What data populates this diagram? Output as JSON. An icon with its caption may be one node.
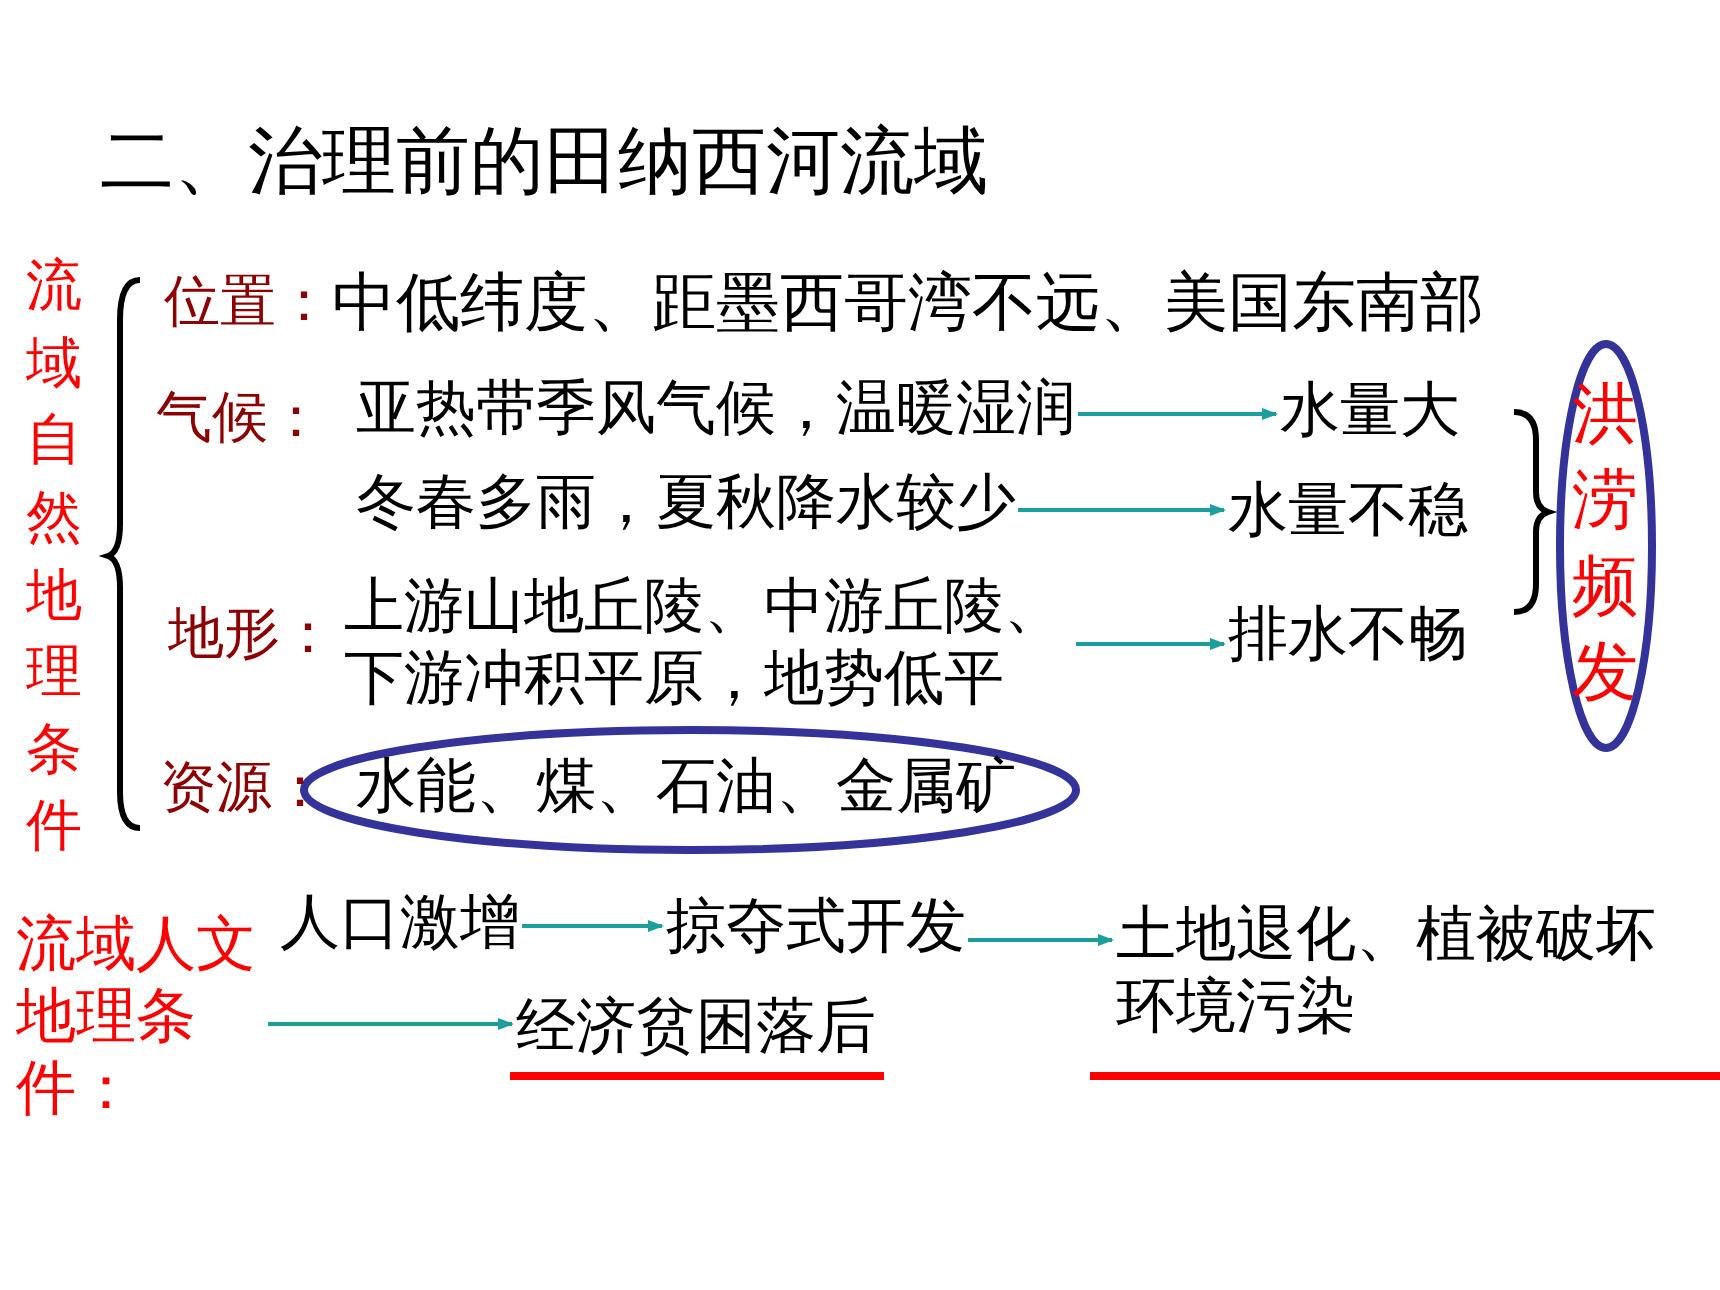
{
  "diagram": {
    "title": "二、治理前的田纳西河流域",
    "nodes": [
      {
        "text": [
          "亚热带季风气候，温暖湿润"
        ]
      },
      {
        "text": [
          "冬春多雨，夏秋降水较少"
        ]
      },
      {
        "text": [
          "上游山地丘陵、中游丘陵、下游冲积平原，地势低平"
        ]
      },
      {
        "text": [
          "水量大"
        ]
      },
      {
        "text": [
          "水量不稳"
        ]
      },
      {
        "text": [
          "排水不畅"
        ]
      },
      {
        "text": [
          "洪涝频发"
        ]
      },
      {
        "text": [
          "水能、煤、石油、金属矿"
        ]
      },
      {
        "text": [
          "流域人文地理条件："
        ]
      },
      {
        "text": [
          "人口激增"
        ]
      },
      {
        "text": [
          "掠夺式开发"
        ]
      },
      {
        "text": [
          "土地退化、植被破坏",
          "环境污染"
        ]
      },
      {
        "text": [
          "经济贫困落后"
        ]
      }
    ],
    "edges": [
      {
        "from": 0,
        "to": 3,
        "arrow": "to"
      },
      {
        "from": 1,
        "to": 4,
        "arrow": "to"
      },
      {
        "from": 2,
        "to": 5,
        "arrow": "to"
      },
      {
        "from": 9,
        "to": 10,
        "arrow": "to"
      },
      {
        "from": 10,
        "to": 11,
        "arrow": "to"
      },
      {
        "from": 8,
        "to": 12,
        "arrow": "to"
      }
    ],
    "labels": [
      "流域自然地理条件",
      "位置：",
      "中低纬度、距墨西哥湾不远、美国东南部",
      "气候：",
      "地形：",
      "资源："
    ]
  }
}
